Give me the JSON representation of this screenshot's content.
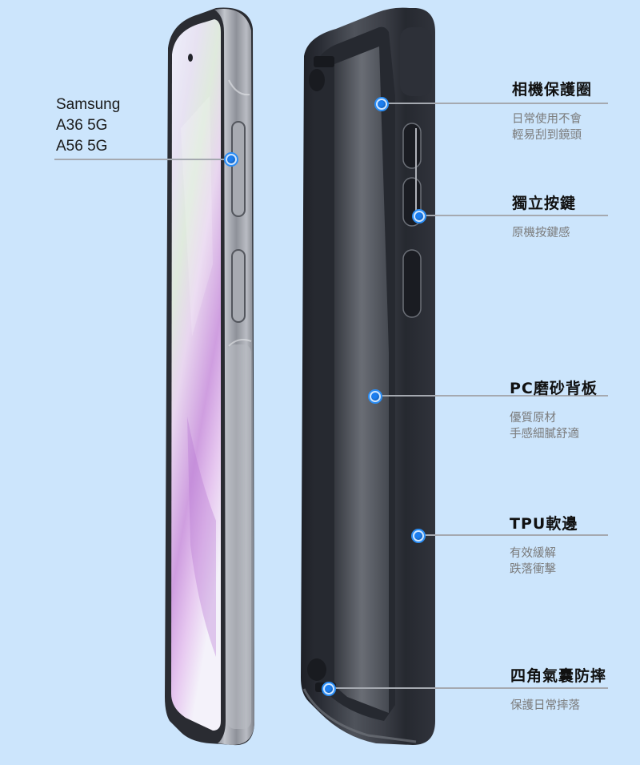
{
  "background_color": "#cce5fc",
  "model_label": {
    "lines": [
      "Samsung",
      "A36 5G",
      "A56 5G"
    ]
  },
  "features": [
    {
      "title": "相機保護圈",
      "desc": [
        "日常使用不會",
        "輕易刮到鏡頭"
      ]
    },
    {
      "title": "獨立按鍵",
      "desc": [
        "原機按鍵感"
      ]
    },
    {
      "title": "PC磨砂背板",
      "desc": [
        "優質原材",
        "手感細膩舒適"
      ]
    },
    {
      "title": "TPU軟邊",
      "desc": [
        "有效緩解",
        "跌落衝擊"
      ]
    },
    {
      "title": "四角氣囊防摔",
      "desc": [
        "保護日常摔落"
      ]
    }
  ],
  "colors": {
    "marker_blue": "#1c7ef0",
    "line_gray": "#a5a9b0",
    "case_dark": "#23262e",
    "phone_frame": "#9da0a8"
  }
}
